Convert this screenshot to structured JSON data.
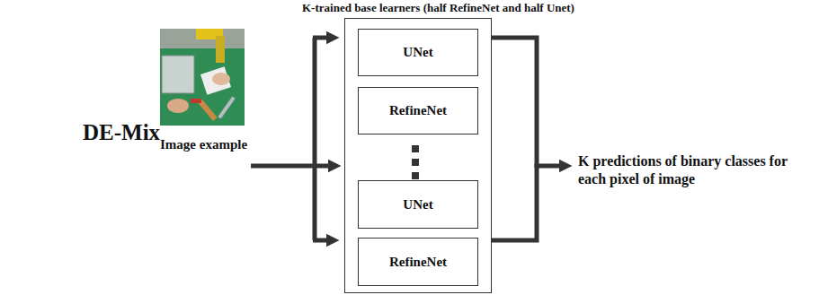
{
  "diagram": {
    "nodes": [
      {
        "text": [
          "Image example"
        ]
      },
      {
        "text": [
          "K-trained base learners (half RefineNet and half Unet)"
        ]
      },
      {
        "text": [
          "UNet"
        ],
        "in": 1
      },
      {
        "text": [
          "RefineNet"
        ],
        "in": 1
      },
      {
        "text": [
          "UNet"
        ],
        "in": 1
      },
      {
        "text": [
          "RefineNet"
        ],
        "in": 1
      },
      {
        "text": [
          "K predictions of binary classes for each pixel of image"
        ]
      }
    ],
    "edges": [
      {
        "from": 0,
        "to": 1,
        "arrow": "to"
      },
      {
        "from": 1,
        "to": 6,
        "arrow": "to"
      }
    ],
    "labels": [
      "DE-Mix"
    ]
  }
}
